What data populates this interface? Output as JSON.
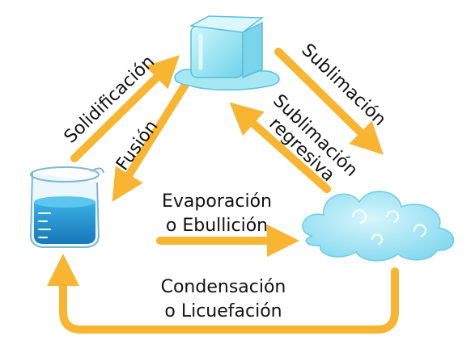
{
  "diagram": {
    "labels": {
      "solidificacion": "Solidificación",
      "fusion": "Fusión",
      "sublimacion": "Sublimación",
      "sublimacion_regresiva_1": "Sublimación",
      "sublimacion_regresiva_2": "regresiva",
      "evaporacion_1": "Evaporación",
      "evaporacion_2": "o Ebullición",
      "condensacion_1": "Condensación",
      "condensacion_2": "o Licuefación"
    },
    "states": {
      "solid": "ice-cube",
      "liquid": "water-beaker",
      "gas": "cloud"
    },
    "colors": {
      "arrow": "#F7B531",
      "arrow_edge": "#D9901A",
      "ice": "#8FE3F2",
      "water": "#1C9CD6",
      "cloud": "#A9E6F4"
    }
  }
}
